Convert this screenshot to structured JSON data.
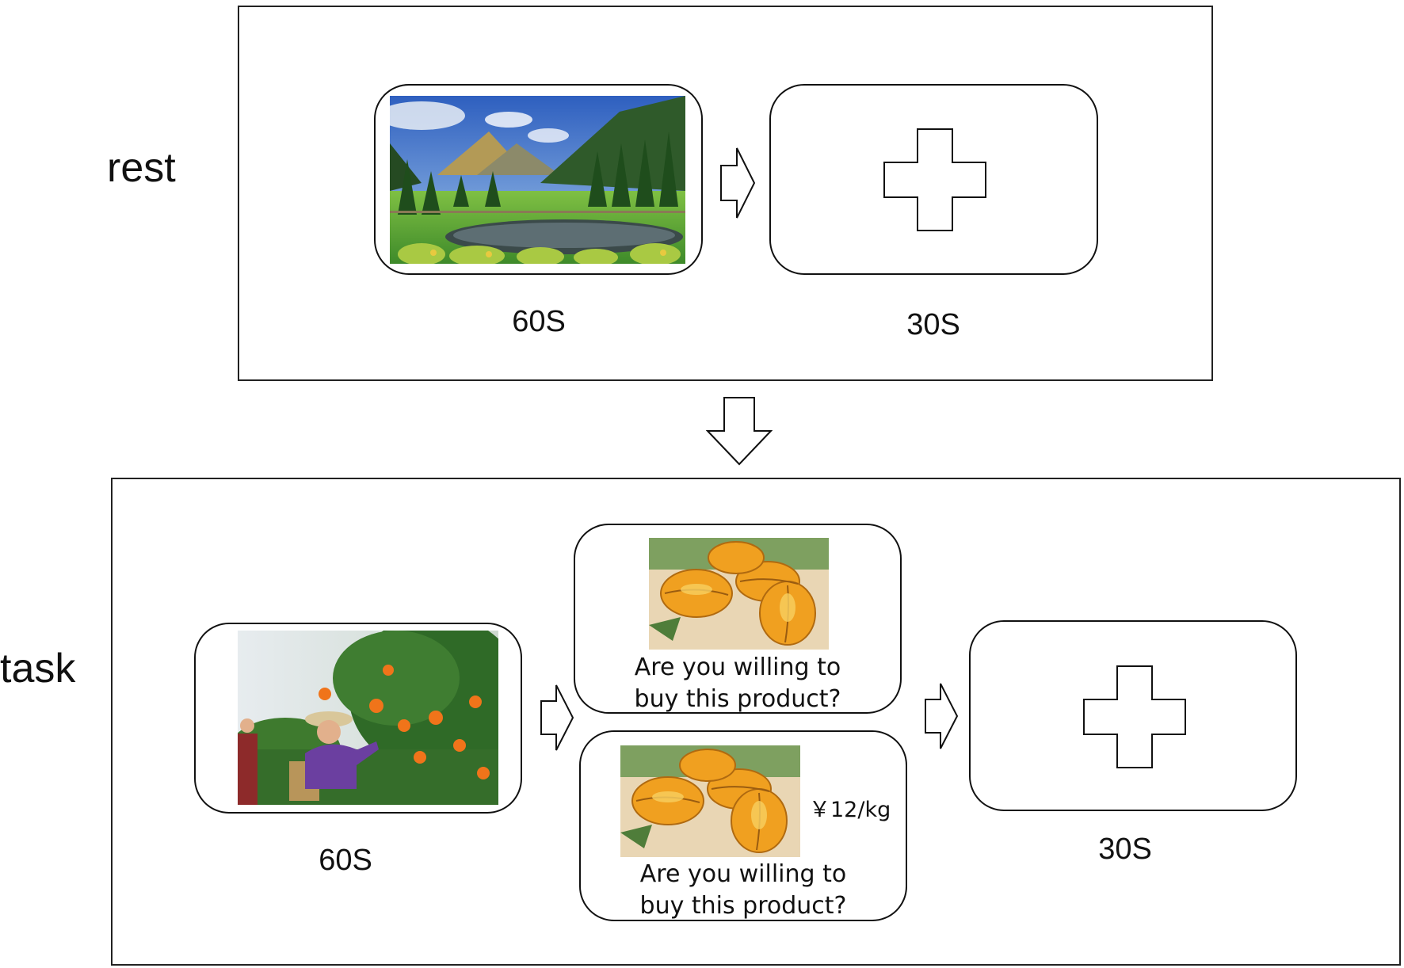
{
  "rest": {
    "label": "rest",
    "image_duration": "60S",
    "fixation_duration": "30S",
    "image_icon": "landscape-photo",
    "fixation_icon": "fixation-cross"
  },
  "task": {
    "label": "task",
    "image_duration": "60S",
    "fixation_duration": "30S",
    "image_icon": "orchard-farmer-photo",
    "fixation_icon": "fixation-cross",
    "question_no_price": {
      "line1": "Are you willing to",
      "line2": "buy this product?",
      "image_icon": "star-fruit-photo"
    },
    "question_with_price": {
      "line1": "Are you willing to",
      "line2": "buy this product?",
      "price": "￥12/kg",
      "image_icon": "star-fruit-photo"
    }
  },
  "connectors": {
    "step_arrow_icon": "right-arrow",
    "phase_arrow_icon": "down-arrow"
  }
}
